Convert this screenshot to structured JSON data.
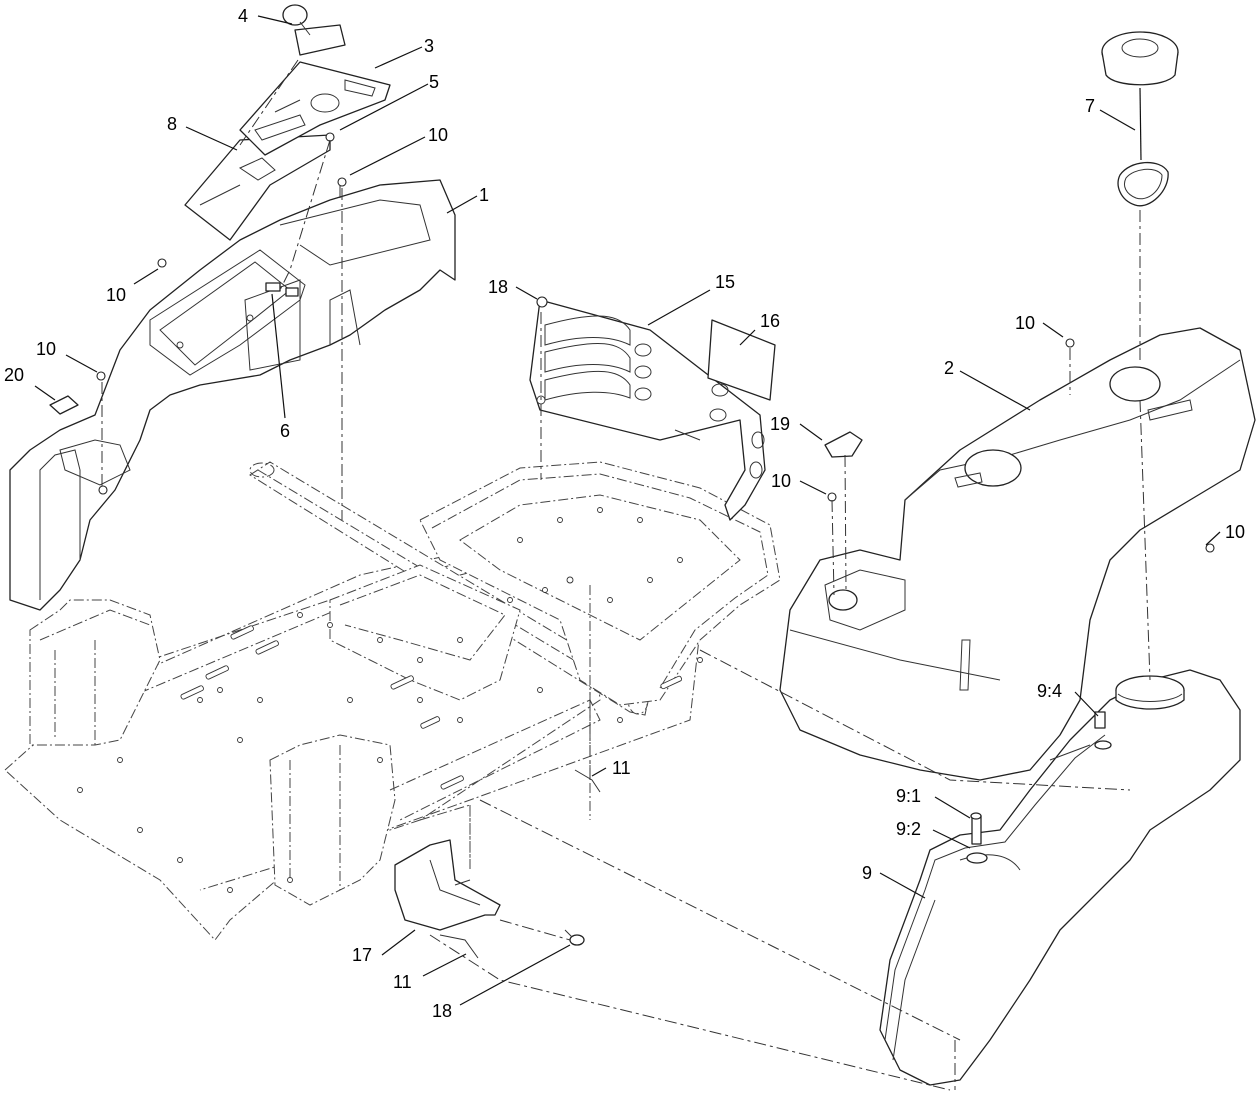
{
  "callouts": [
    {
      "id": "c1",
      "label": "1"
    },
    {
      "id": "c2",
      "label": "2"
    },
    {
      "id": "c3",
      "label": "3"
    },
    {
      "id": "c4",
      "label": "4"
    },
    {
      "id": "c5",
      "label": "5"
    },
    {
      "id": "c6",
      "label": "6"
    },
    {
      "id": "c7",
      "label": "7"
    },
    {
      "id": "c8",
      "label": "8"
    },
    {
      "id": "c9",
      "label": "9"
    },
    {
      "id": "c9_1",
      "label": "9:1"
    },
    {
      "id": "c9_2",
      "label": "9:2"
    },
    {
      "id": "c9_4",
      "label": "9:4"
    },
    {
      "id": "c10a",
      "label": "10"
    },
    {
      "id": "c10b",
      "label": "10"
    },
    {
      "id": "c10c",
      "label": "10"
    },
    {
      "id": "c10d",
      "label": "10"
    },
    {
      "id": "c10e",
      "label": "10"
    },
    {
      "id": "c10f",
      "label": "10"
    },
    {
      "id": "c11a",
      "label": "11"
    },
    {
      "id": "c11b",
      "label": "11"
    },
    {
      "id": "c15",
      "label": "15"
    },
    {
      "id": "c16",
      "label": "16"
    },
    {
      "id": "c17",
      "label": "17"
    },
    {
      "id": "c18a",
      "label": "18"
    },
    {
      "id": "c18b",
      "label": "18"
    },
    {
      "id": "c19",
      "label": "19"
    },
    {
      "id": "c20",
      "label": "20"
    }
  ]
}
